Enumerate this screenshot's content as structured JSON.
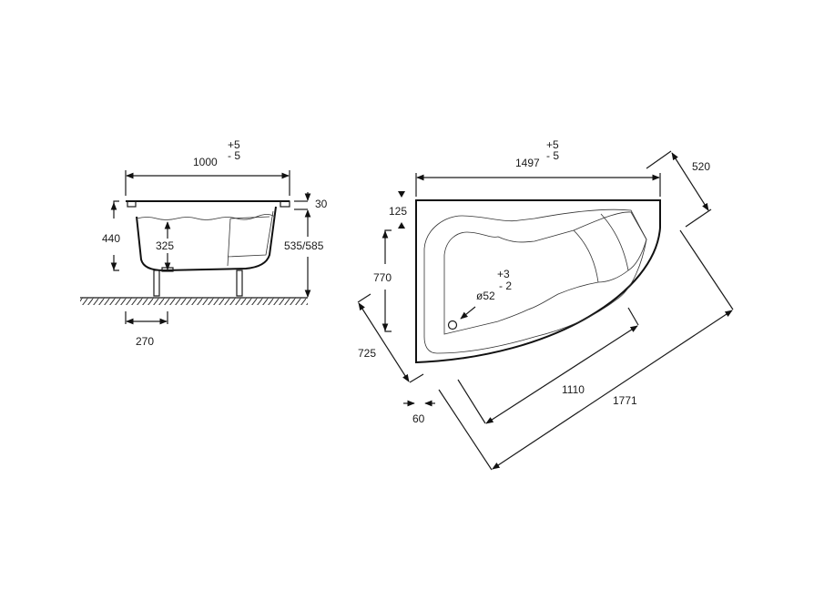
{
  "side_view": {
    "width": "1000",
    "width_tol_plus": "+5",
    "width_tol_minus": "- 5",
    "rim": "30",
    "depth": "440",
    "water_depth": "325",
    "height": "535/585",
    "leg_offset": "270"
  },
  "plan_view": {
    "length": "1497",
    "length_tol_plus": "+5",
    "length_tol_minus": "- 5",
    "corner": "520",
    "rim_top": "125",
    "inner_width": "770",
    "side_left": "725",
    "offset": "60",
    "front_inner": "1110",
    "front_overall": "1771",
    "drain": "ø52",
    "drain_tol_plus": "+3",
    "drain_tol_minus": "- 2"
  }
}
